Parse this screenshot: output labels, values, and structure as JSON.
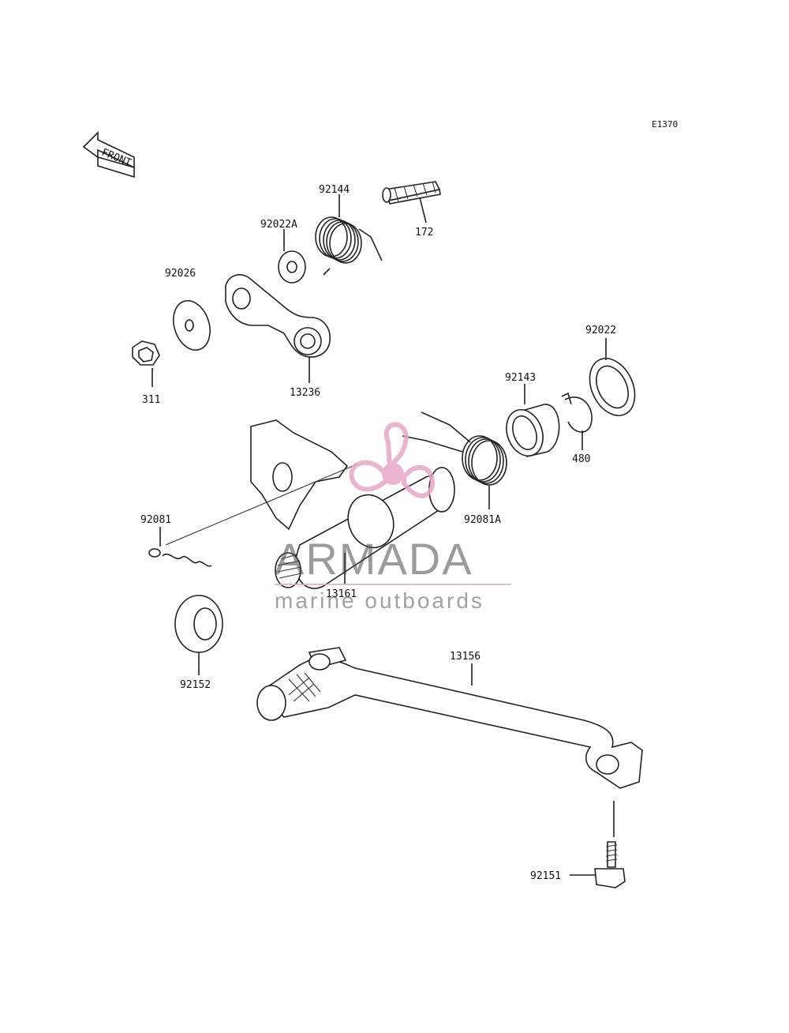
{
  "diagram": {
    "code": "E1370",
    "front_label": "FRONT",
    "parts": {
      "p92144": "92144",
      "p172": "172",
      "p92022A": "92022A",
      "p92026": "92026",
      "p311": "311",
      "p13236": "13236",
      "p92022": "92022",
      "p92143": "92143",
      "p480": "480",
      "p92081A": "92081A",
      "p92081": "92081",
      "p13161": "13161",
      "p92152": "92152",
      "p13156": "13156",
      "p92151": "92151"
    }
  },
  "watermark": {
    "brand": "ARMADA",
    "tagline": "marine outboards",
    "color": "#e8a6c8"
  }
}
